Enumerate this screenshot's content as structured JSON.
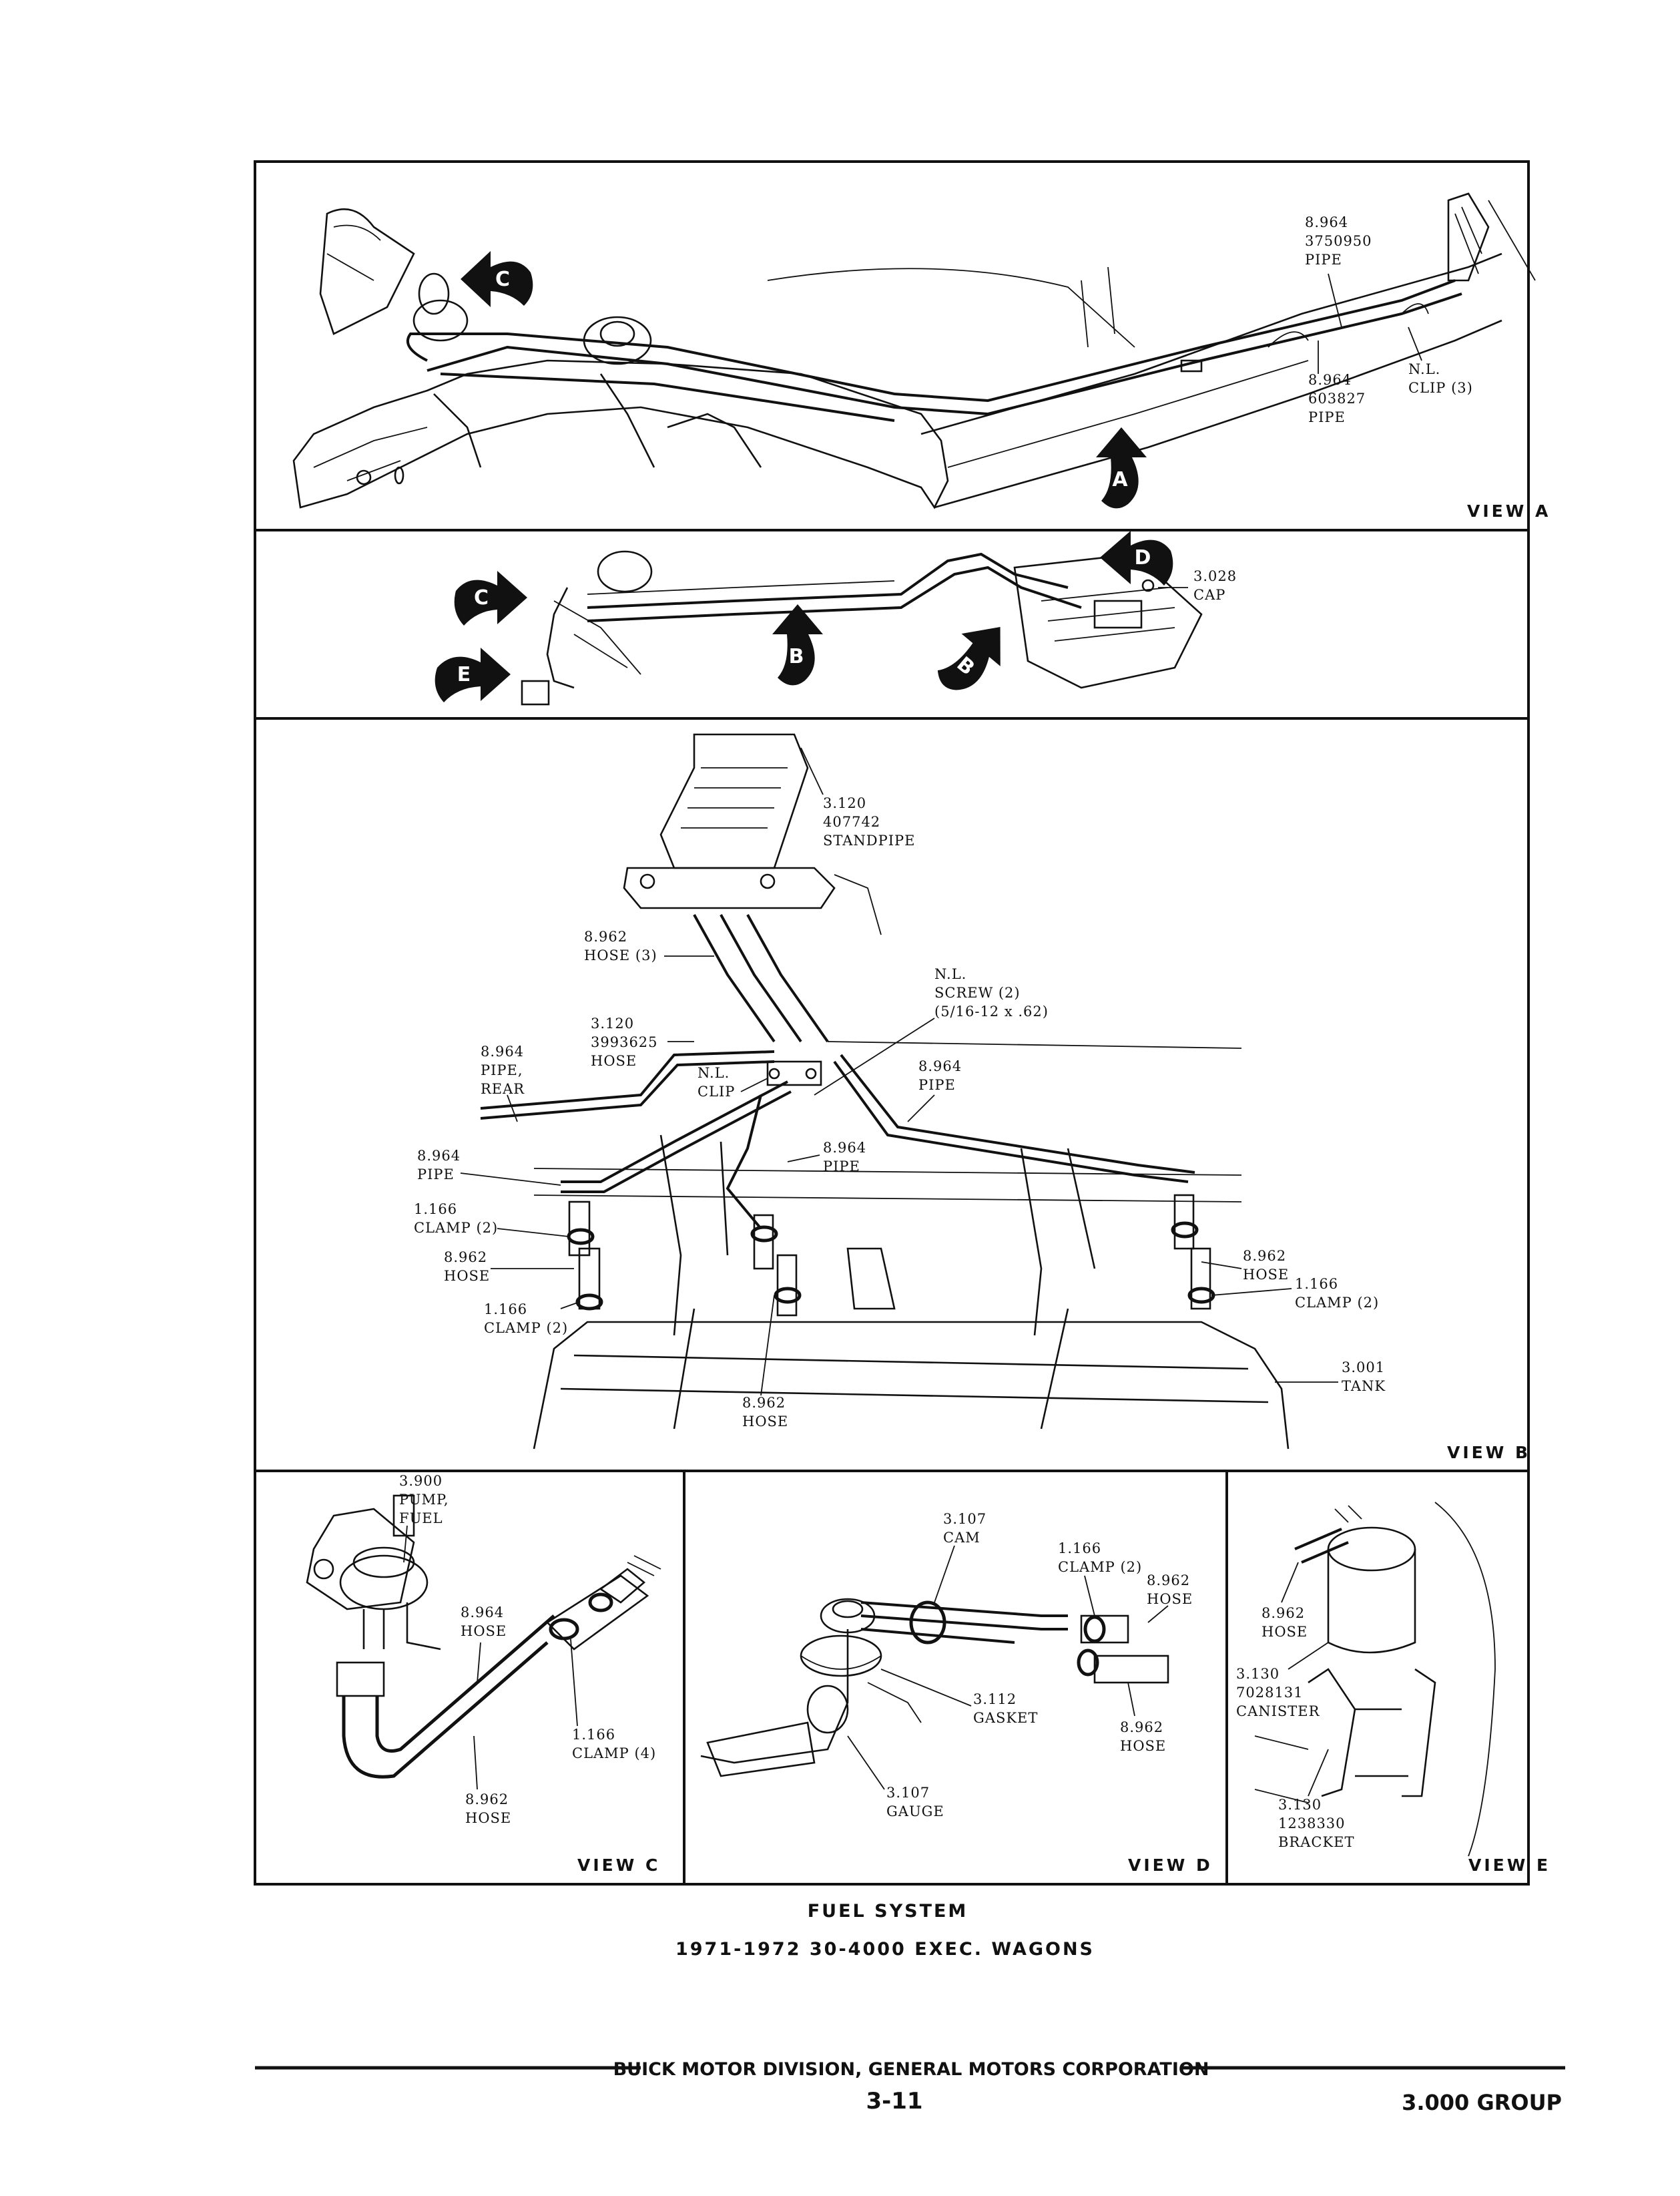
{
  "views": {
    "a": {
      "title": "VIEW A",
      "callouts": [
        {
          "lines": [
            "8.964",
            "3750950",
            "PIPE"
          ]
        },
        {
          "lines": [
            "8.964",
            "603827",
            "PIPE"
          ]
        },
        {
          "lines": [
            "N.L.",
            "CLIP (3)"
          ]
        }
      ],
      "markers": [
        "C",
        "A"
      ]
    },
    "overview": {
      "callouts": [
        {
          "lines": [
            "3.028",
            "CAP"
          ]
        }
      ],
      "markers": [
        "C",
        "E",
        "B",
        "B",
        "D"
      ]
    },
    "b": {
      "title": "VIEW B",
      "callouts": [
        {
          "lines": [
            "3.120",
            "407742",
            "STANDPIPE"
          ]
        },
        {
          "lines": [
            "8.962",
            "HOSE (3)"
          ]
        },
        {
          "lines": [
            "N.L.",
            "SCREW (2)",
            "(5/16-12 x .62)"
          ]
        },
        {
          "lines": [
            "3.120",
            "3993625",
            "HOSE"
          ]
        },
        {
          "lines": [
            "8.964",
            "PIPE,",
            "REAR"
          ]
        },
        {
          "lines": [
            "N.L.",
            "CLIP"
          ]
        },
        {
          "lines": [
            "8.964",
            "PIPE"
          ]
        },
        {
          "lines": [
            "8.964",
            "PIPE"
          ]
        },
        {
          "lines": [
            "8.964",
            "PIPE"
          ]
        },
        {
          "lines": [
            "1.166",
            "CLAMP (2)"
          ]
        },
        {
          "lines": [
            "8.962",
            "HOSE"
          ]
        },
        {
          "lines": [
            "1.166",
            "CLAMP (2)"
          ]
        },
        {
          "lines": [
            "8.962",
            "HOSE"
          ]
        },
        {
          "lines": [
            "1.166",
            "CLAMP (2)"
          ]
        },
        {
          "lines": [
            "3.001",
            "TANK"
          ]
        },
        {
          "lines": [
            "8.962",
            "HOSE"
          ]
        }
      ]
    },
    "c": {
      "title": "VIEW C",
      "callouts": [
        {
          "lines": [
            "3.900",
            "PUMP,",
            "FUEL"
          ]
        },
        {
          "lines": [
            "8.964",
            "HOSE"
          ]
        },
        {
          "lines": [
            "1.166",
            "CLAMP (4)"
          ]
        },
        {
          "lines": [
            "8.962",
            "HOSE"
          ]
        }
      ]
    },
    "d": {
      "title": "VIEW D",
      "callouts": [
        {
          "lines": [
            "3.107",
            "CAM"
          ]
        },
        {
          "lines": [
            "1.166",
            "CLAMP (2)"
          ]
        },
        {
          "lines": [
            "8.962",
            "HOSE"
          ]
        },
        {
          "lines": [
            "3.112",
            "GASKET"
          ]
        },
        {
          "lines": [
            "8.962",
            "HOSE"
          ]
        },
        {
          "lines": [
            "3.107",
            "GAUGE"
          ]
        }
      ]
    },
    "e": {
      "title": "VIEW E",
      "callouts": [
        {
          "lines": [
            "8.962",
            "HOSE"
          ]
        },
        {
          "lines": [
            "3.130",
            "7028131",
            "CANISTER"
          ]
        },
        {
          "lines": [
            "3.130",
            "1238330",
            "BRACKET"
          ]
        }
      ]
    }
  },
  "caption": {
    "line1": "FUEL SYSTEM",
    "line2": "1971-1972 30-4000 EXEC. WAGONS"
  },
  "footer": {
    "company": "BUICK MOTOR DIVISION, GENERAL MOTORS CORPORATION",
    "page_number": "3-11",
    "group": "3.000 GROUP"
  }
}
